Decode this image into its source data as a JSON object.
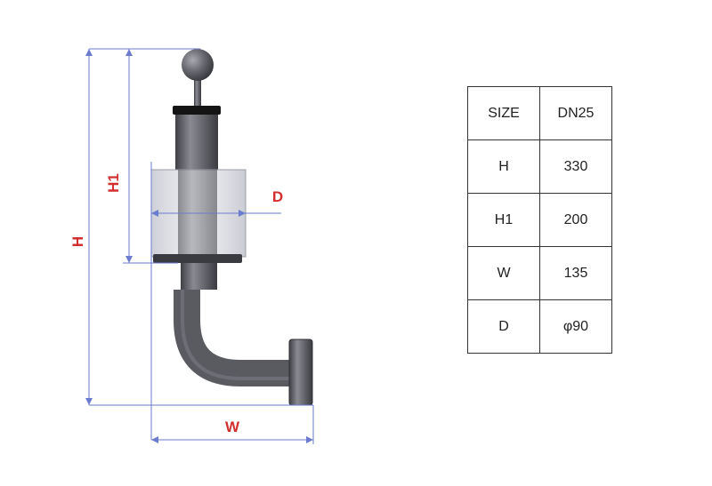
{
  "dimensions": {
    "h_label": "H",
    "h1_label": "H1",
    "d_label": "D",
    "w_label": "W"
  },
  "spec_table": {
    "rows": [
      {
        "name": "SIZE",
        "value": "DN25"
      },
      {
        "name": "H",
        "value": "330"
      },
      {
        "name": "H1",
        "value": "200"
      },
      {
        "name": "W",
        "value": "135"
      },
      {
        "name": "D",
        "value": "φ90"
      }
    ]
  },
  "colors": {
    "dimension_red": "#d32f2f",
    "dimension_line": "#6a7bd0",
    "metal": "#5f6066"
  }
}
